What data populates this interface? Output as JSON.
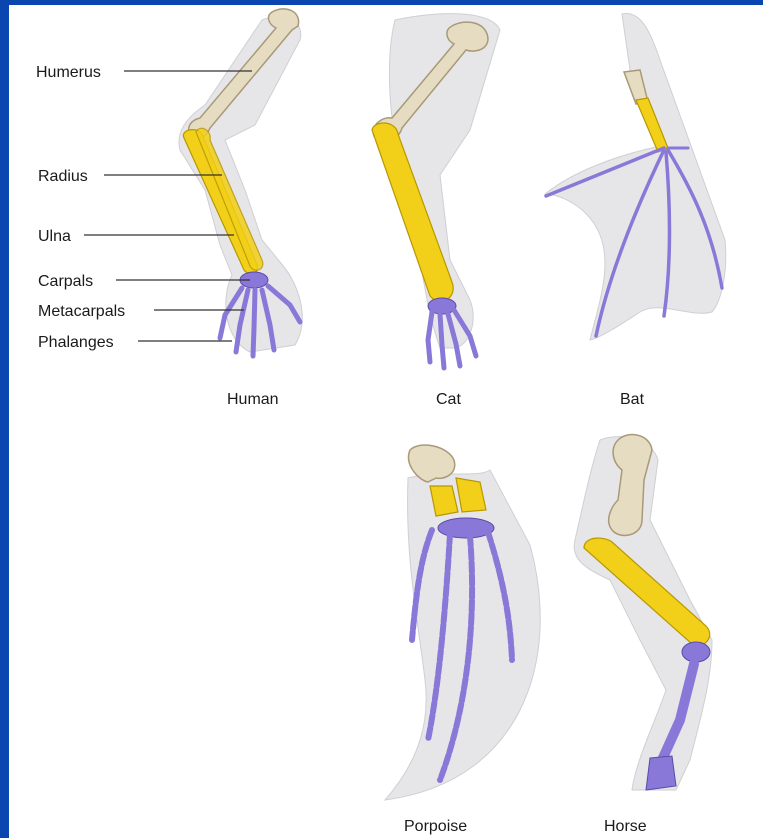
{
  "colors": {
    "frame": "#0a45b0",
    "humerus": "#e6dcc2",
    "radius_ulna": "#f2cf18",
    "hand": "#8a78d8",
    "silhouette": "#e6e6e8"
  },
  "bone_labels": [
    "Humerus",
    "Radius",
    "Ulna",
    "Carpals",
    "Metacarpals",
    "Phalanges"
  ],
  "captions": {
    "human": "Human",
    "cat": "Cat",
    "bat": "Bat",
    "porpoise": "Porpoise",
    "horse": "Horse"
  }
}
